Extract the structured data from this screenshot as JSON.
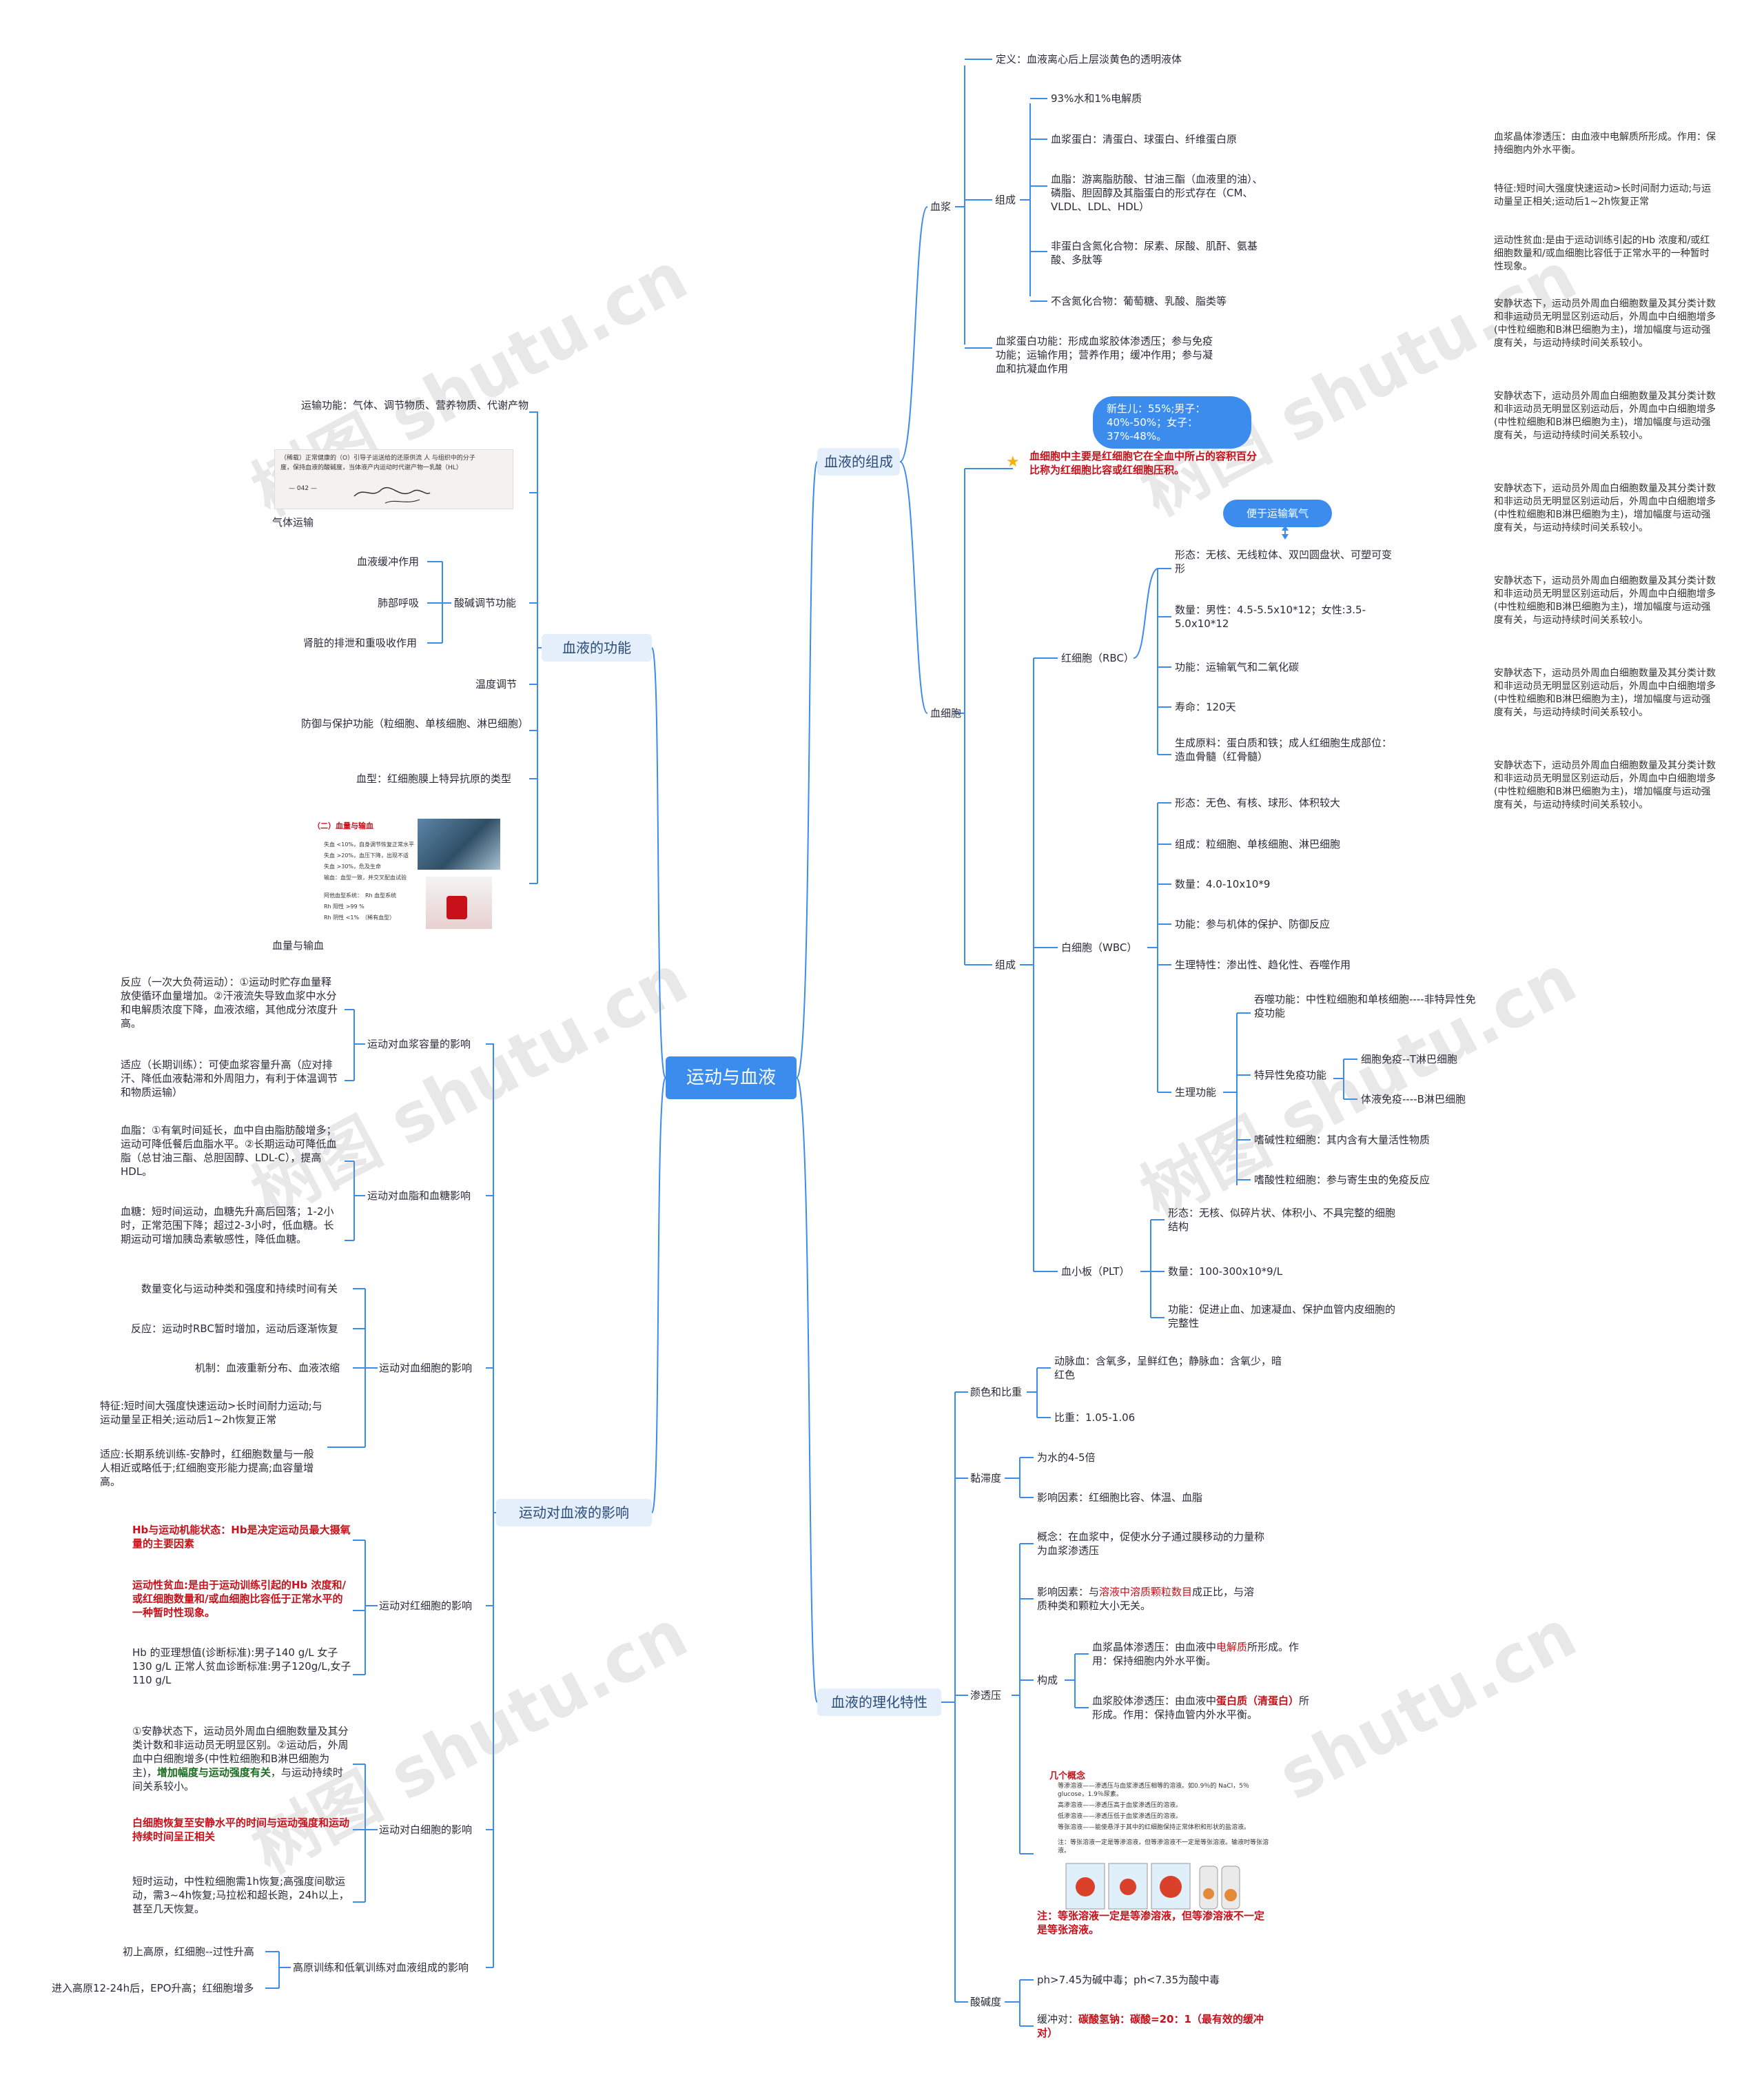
{
  "root": "运动与血液",
  "branches": {
    "composition": "血液的组成",
    "function": "血液的功能",
    "physchem": "血液的理化特性",
    "exercise": "运动对血液的影响"
  },
  "composition": {
    "definition": "定义：血液离心后上层淡黄色的透明液体",
    "plasma": "血浆",
    "plasma_comp": "组成",
    "water": "93%水和1%电解质",
    "protein": "血浆蛋白：清蛋白、球蛋白、纤维蛋白原",
    "lipid": "血脂：游离脂肪酸、甘油三酯（血液里的油）、磷脂、胆固醇及其脂蛋白的形式存在（CM、VLDL、LDL、HDL）",
    "npn": "非蛋白含氮化合物：尿素、尿酸、肌酐、氨基酸、多肽等",
    "nonn": "不含氮化合物：葡萄糖、乳酸、脂类等",
    "protein_func": "血浆蛋白功能：形成血浆胶体渗透压；参与免疫功能；运输作用；营养作用；缓冲作用；参与凝血和抗凝血作用",
    "pill_hct": "新生儿：55%;男子：40%-50%；女子：37%-48%。",
    "hct_note": "血细胞中主要是红细胞它在全血中所占的容积百分比称为红细胞比容或红细胞压积。",
    "cells": "血细胞",
    "cells_comp": "组成",
    "pill_o2": "便于运输氧气",
    "rbc": "红细胞（RBC）",
    "rbc_items": [
      "形态：无核、无线粒体、双凹圆盘状、可塑可变形",
      "数量：男性：4.5-5.5x10*12；女性:3.5-5.0x10*12",
      "功能：运输氧气和二氧化碳",
      "寿命：120天",
      "生成原料：蛋白质和铁；成人红细胞生成部位：造血骨髓（红骨髓）"
    ],
    "wbc": "白细胞（WBC）",
    "wbc_items": [
      "形态：无色、有核、球形、体积较大",
      "组成：粒细胞、单核细胞、淋巴细胞",
      "数量：4.0-10x10*9",
      "功能：参与机体的保护、防御反应",
      "生理特性：渗出性、趋化性、吞噬作用"
    ],
    "wbc_phys": "生理功能",
    "phago": "吞噬功能：中性粒细胞和单核细胞----非特异性免疫功能",
    "specific": "特异性免疫功能",
    "cellular": "细胞免疫--T淋巴细胞",
    "humoral": "体液免疫----B淋巴细胞",
    "baso": "嗜碱性粒细胞：其内含有大量活性物质",
    "eosino": "嗜酸性粒细胞：参与寄生虫的免疫反应",
    "plt": "血小板（PLT）",
    "plt_items": [
      "形态：无核、似碎片状、体积小、不具完整的细胞结构",
      "数量：100-300x10*9/L",
      "功能：促进止血、加速凝血、保护血管内皮细胞的完整性"
    ]
  },
  "function": {
    "transport": "运输功能：气体、调节物质、营养物质、代谢产物",
    "gas_caption": "气体运输",
    "acid_base": "酸碱调节功能",
    "buffer": "血液缓冲作用",
    "lung": "肺部呼吸",
    "kidney": "肾脏的排泄和重吸收作用",
    "temp": "温度调节",
    "defense": "防御与保护功能（粒细胞、单核细胞、淋巴细胞）",
    "bloodtype": "血型：红细胞膜上特异抗原的类型",
    "transfusion_caption": "血量与输血",
    "img2_title": "（二）血量与输血",
    "img2_lines": [
      "失血 <10%，自身调节恢复正常水平",
      "失血 >20%，血压下降，出现不适",
      "失血 >30%，危及生命",
      "输血：血型一致，并交叉配血试验",
      "阿他血型系统：　Rh 血型系统",
      "Rh 阳性 >99 %",
      "Rh 阴性 <1%　（稀有血型）"
    ],
    "img1_lines": [
      "（稀载）正常健康的（O）引导子运送给的还原供流 人 与组织中的分子",
      "度，保持血液的酸碱度，当体液产内运动时代谢产物一乳酸（HL）",
      "— 042 —"
    ]
  },
  "physchem": {
    "color": "颜色和比重",
    "color1": "动脉血：含氧多，呈鲜红色；静脉血：含氧少，暗红色",
    "color2": "比重：1.05-1.06",
    "viscosity": "黏滞度",
    "visc1": "为水的4-5倍",
    "visc2": "影响因素：红细胞比容、体温、血脂",
    "osmotic": "渗透压",
    "osm_concept": "概念：在血浆中，促使水分子通过膜移动的力量称为血浆渗透压",
    "osm_factor_a": "影响因素：与",
    "osm_factor_b": "溶液中溶质颗粒数目",
    "osm_factor_c": "成正比，与溶质种类和颗粒大小无关。",
    "osm_comp": "构成",
    "crystal_a": "血浆晶体渗透压：由血液中",
    "crystal_b": "电解质",
    "crystal_c": "所形成。作用：保持细胞内外水平衡。",
    "colloid_a": "血浆胶体渗透压：由血液中",
    "colloid_b": "蛋白质（清蛋白）",
    "colloid_c": "所形成。作用：保持血管内外水平衡。",
    "concepts_title": "几个概念",
    "concepts": [
      "等渗溶液——渗透压与血浆渗透压相等的溶液。如0.9％的 NaCl，5％ glucose，1.9％尿素。",
      "高渗溶液——渗透压高于血浆渗透压的溶液。",
      "低渗溶液——渗透压低于血浆渗透压的溶液。",
      "等张溶液——能使悬浮于其中的红细胞保持正常体积和形状的盐溶液。",
      "注：等张溶液一定是等渗溶液，但等渗溶液不一定是等张溶液。输液时等张溶液。"
    ],
    "isotonic_note": "注：等张溶液一定是等渗溶液，但等渗溶液不一定是等张溶液。",
    "ph": "酸碱度",
    "ph1": "ph>7.45为碱中毒；ph<7.35为酸中毒",
    "buffer_a": "缓冲对：",
    "buffer_b": "碳酸氢钠：碳酸=20：1（最有效的缓冲对）"
  },
  "exercise": {
    "volume": "运动对血浆容量的影响",
    "volume1": "反应（一次大负荷运动）：①运动时贮存血量释放使循环血量增加。②汗液流失导致血浆中水分和电解质浓度下降，血液浓缩，其他成分浓度升高。",
    "volume2": "适应（长期训练）：可使血浆容量升高（应对排汗、降低血液黏滞和外周阻力，有利于体温调节和物质运输）",
    "lipid": "运动对血脂和血糖影响",
    "lipid1": "血脂：①有氧时间延长，血中自由脂肪酸增多；运动可降低餐后血脂水平。②长期运动可降低血脂（总甘油三酯、总胆固醇、LDL-C），提高HDL。",
    "lipid2": "血糖：短时间运动，血糖先升高后回落；1-2小时，正常范围下降；超过2-3小时，低血糖。长期运动可增加胰岛素敏感性，降低血糖。",
    "cells": "运动对血细胞的影响",
    "cells1": "数量变化与运动种类和强度和持续时间有关",
    "cells2": "反应：运动时RBC暂时增加，运动后逐渐恢复",
    "cells3": "机制：血液重新分布、血液浓缩",
    "cells4": "特征:短时间大强度快速运动>长时间耐力运动;与运动量呈正相关;运动后1~2h恢复正常",
    "cells5": "适应:长期系统训练-安静时，红细胞数量与一般人相近或略低于;红细胞变形能力提高;血容量增高。",
    "rbc": "运动对红细胞的影响",
    "rbc1": "Hb与运动机能状态：Hb是决定运动员最大摄氧量的主要因素",
    "rbc2": "运动性贫血:是由于运动训练引起的Hb 浓度和/或红细胞数量和/或血细胞比容低于正常水平的一种暂时性现象。",
    "rbc3": "Hb 的亚理想值(诊断标准):男子140 g/L 女子130 g/L 正常人贫血诊断标准:男子120g/L,女子110 g/L",
    "wbc": "运动对白细胞的影响",
    "wbc1a": "①安静状态下，运动员外周血白细胞数量及其分类计数和非运动员无明显区别。②运动后，外周血中白细胞增多(中性粒细胞和B淋巴细胞为主)，",
    "wbc1b": "增加幅度与运动强度有关",
    "wbc1c": "，与运动持续时间关系较小。",
    "wbc2": "白细胞恢复至安静水平的时间与运动强度和运动持续时间呈正相关",
    "wbc3": "短时运动，中性粒细胞需1h恢复;高强度间歇运动，需3~4h恢复;马拉松和超长跑，24h以上，甚至几天恢复。",
    "altitude": "高原训练和低氧训练对血液组成的影响",
    "alt1": "初上高原，红细胞--过性升高",
    "alt2": "进入高原12-24h后，EPO升高；红细胞增多"
  },
  "side_notes": [
    "血浆晶体渗透压：由血液中电解质所形成。作用：保持细胞内外水平衡。",
    "特征:短时间大强度快速运动>长时间耐力运动;与运动量呈正相关;运动后1~2h恢复正常",
    "运动性贫血:是由于运动训练引起的Hb 浓度和/或红细胞数量和/或血细胞比容低于正常水平的一种暂时性现象。",
    "安静状态下，运动员外周血白细胞数量及其分类计数和非运动员无明显区别运动后，外周血中白细胞增多(中性粒细胞和B淋巴细胞为主)，增加幅度与运动强度有关，与运动持续时间关系较小。",
    "安静状态下，运动员外周血白细胞数量及其分类计数和非运动员无明显区别运动后，外周血中白细胞增多(中性粒细胞和B淋巴细胞为主)，增加幅度与运动强度有关，与运动持续时间关系较小。",
    "安静状态下，运动员外周血白细胞数量及其分类计数和非运动员无明显区别运动后，外周血中白细胞增多(中性粒细胞和B淋巴细胞为主)，增加幅度与运动强度有关，与运动持续时间关系较小。",
    "安静状态下，运动员外周血白细胞数量及其分类计数和非运动员无明显区别运动后，外周血中白细胞增多(中性粒细胞和B淋巴细胞为主)，增加幅度与运动强度有关，与运动持续时间关系较小。",
    "安静状态下，运动员外周血白细胞数量及其分类计数和非运动员无明显区别运动后，外周血中白细胞增多(中性粒细胞和B淋巴细胞为主)，增加幅度与运动强度有关，与运动持续时间关系较小。",
    "安静状态下，运动员外周血白细胞数量及其分类计数和非运动员无明显区别运动后，外周血中白细胞增多(中性粒细胞和B淋巴细胞为主)，增加幅度与运动强度有关，与运动持续时间关系较小。"
  ],
  "watermark": "树图 shutu.cn",
  "colors": {
    "line": "#3c8ced",
    "root": "#3c8ced",
    "branch_bg": "#e5eefb",
    "red": "#c8101a"
  }
}
